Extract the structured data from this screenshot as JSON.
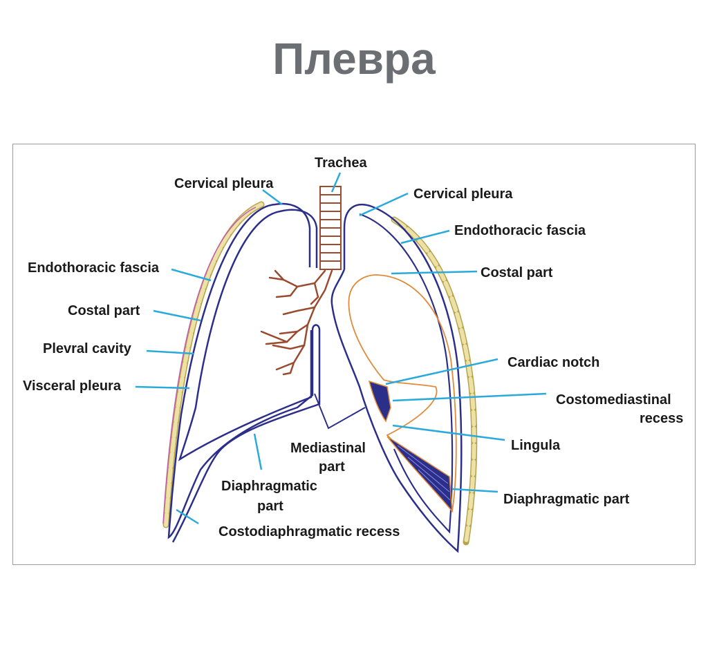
{
  "title": "Плевра",
  "colors": {
    "pleura_line": "#2c2f8a",
    "leader_line": "#29a9dc",
    "bronchi": "#9a4a2e",
    "lung_outline": "#e08a3a",
    "fascia": "#c9bc6a",
    "recess_fill": "#2c2f8a",
    "text": "#1a1a1a",
    "title": "#6b6e72",
    "frame": "#9a9a9a"
  },
  "labels": {
    "trachea": "Trachea",
    "cervical_pleura_left": "Cervical pleura",
    "cervical_pleura_right": "Cervical pleura",
    "endothoracic_fascia_left": "Endothoracic fascia",
    "endothoracic_fascia_right": "Endothoracic fascia",
    "costal_part_left": "Costal part",
    "costal_part_right": "Costal part",
    "plevral_cavity": "Plevral cavity",
    "visceral_pleura": "Visceral pleura",
    "cardiac_notch": "Cardiac notch",
    "costomediastinal_1": "Costomediastinal",
    "costomediastinal_2": "recess",
    "lingula": "Lingula",
    "mediastinal_1": "Mediastinal",
    "mediastinal_2": "part",
    "diaphragmatic_left_1": "Diaphragmatic",
    "diaphragmatic_left_2": "part",
    "diaphragmatic_right": "Diaphragmatic part",
    "costodiaphragmatic": "Costodiaphragmatic recess"
  },
  "icons": [
    "lung-diagram",
    "trachea-rings",
    "bronchial-tree"
  ]
}
